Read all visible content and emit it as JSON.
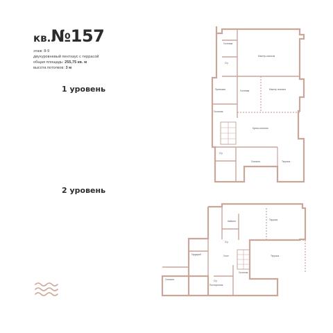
{
  "header": {
    "prefix": "кв.",
    "number": "№157"
  },
  "info": {
    "floor": "этаж: 8-9",
    "type": "двухуровневый пентхаус с террасой",
    "area_label": "общая площадь:",
    "area_value": "255,75 кв. м",
    "height_label": "высота потолков:",
    "height_value": "3 м"
  },
  "levels": {
    "level1": "1 уровень",
    "level2": "2 уровень"
  },
  "rooms_level1": {
    "r1": "Гостевая",
    "r2": "Мастер-спальня",
    "r3": "С/у",
    "r4": "Прихожая",
    "r5": "Гостевая",
    "r6": "Мастер спальня",
    "r7": "Гостиная",
    "r8": "Кухня-гостиная",
    "r9": "С/у",
    "r10": "Спальня",
    "r11": "Терраса"
  },
  "rooms_level2": {
    "r1": "Кабинет",
    "r2": "Терраса",
    "r3": "С/у",
    "r4": "Холл",
    "r5": "Гардероб",
    "r6": "Спальня",
    "r7": "Постирочная",
    "r8": "Терраса",
    "r9": "Гостиная",
    "r10": "С/у"
  },
  "colors": {
    "wall": "#c9a59a",
    "accent": "#d3a99b",
    "text": "#2c2c2c"
  }
}
